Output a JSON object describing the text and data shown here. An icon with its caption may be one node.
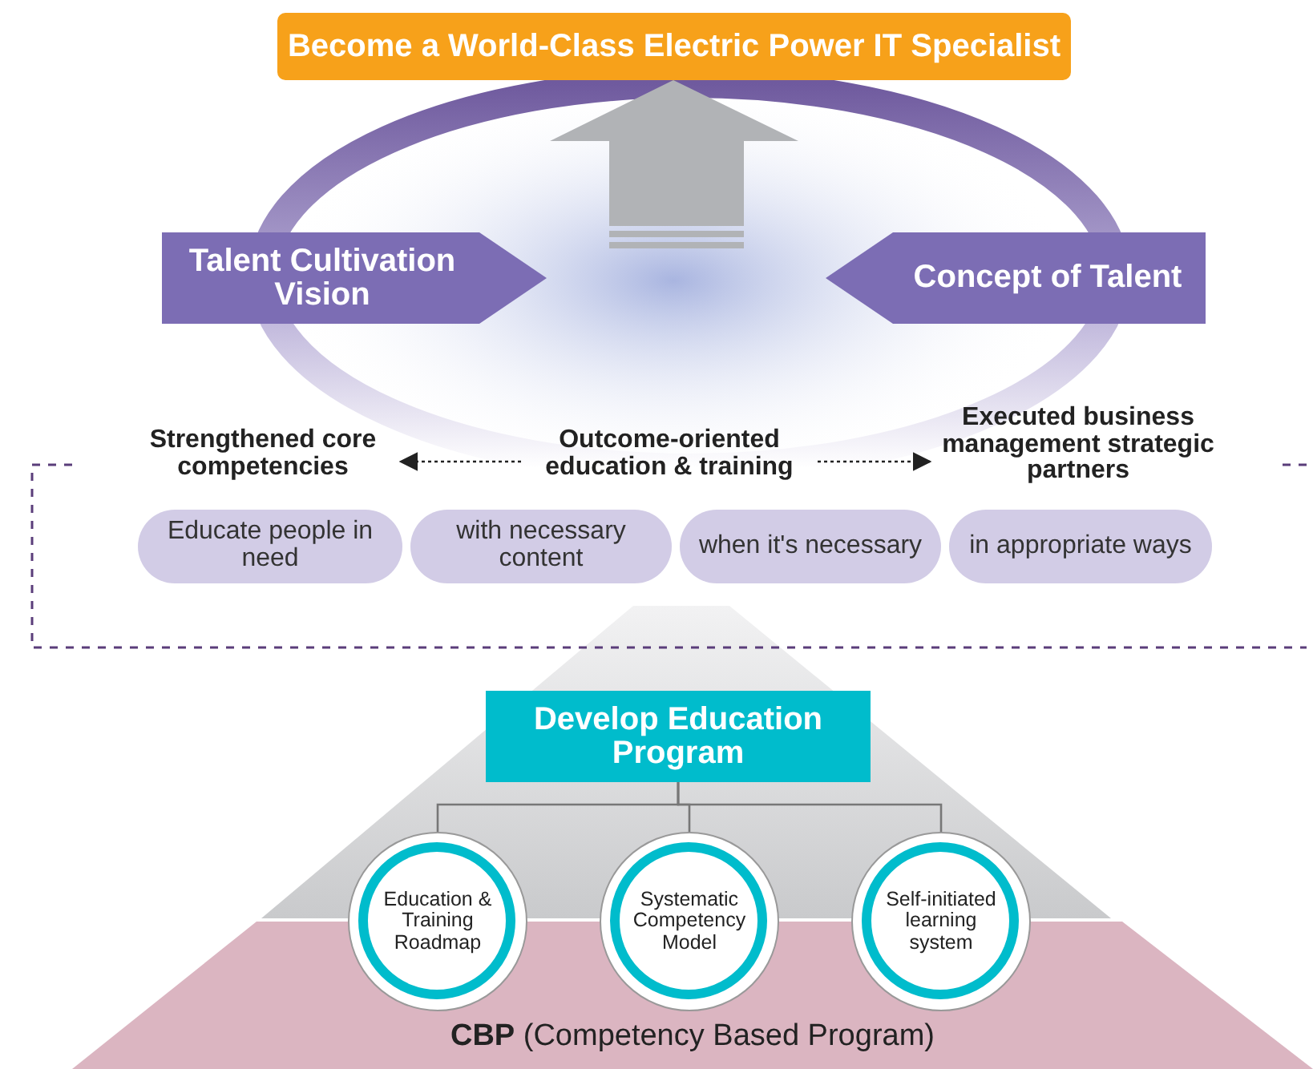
{
  "diagram": {
    "nodes": [
      {
        "text": [
          "Become a World-Class Electric Power IT Specialist"
        ]
      },
      {
        "text": [
          "Talent Cultivation Vision"
        ]
      },
      {
        "text": [
          "Concept of Talent"
        ]
      },
      {
        "text": [
          "Strengthened core competencies"
        ]
      },
      {
        "text": [
          "Outcome-oriented education & training"
        ]
      },
      {
        "text": [
          "Executed business management strategic partners"
        ]
      },
      {
        "text": [
          "Educate people in need"
        ]
      },
      {
        "text": [
          "with necessary content"
        ]
      },
      {
        "text": [
          "when it's necessary"
        ]
      },
      {
        "text": [
          "in appropriate ways"
        ]
      },
      {
        "text": [
          "Develop Education Program"
        ]
      },
      {
        "text": [
          "Education & Training Roadmap"
        ]
      },
      {
        "text": [
          "Systematic Competency Model"
        ]
      },
      {
        "text": [
          "Self-initiated learning system"
        ]
      },
      {
        "text": [
          "**CBP** (Competency Based Program)"
        ]
      }
    ],
    "edges": [
      {
        "from": null,
        "to": 0,
        "arrow": "to",
        "style": "thick",
        "color": "#b1b3b6"
      },
      {
        "from": 4,
        "to": 3,
        "arrow": "to",
        "style": "dashed"
      },
      {
        "from": 4,
        "to": 5,
        "arrow": "to",
        "style": "dashed"
      },
      {
        "from": 10,
        "to": 11,
        "arrow": "none"
      },
      {
        "from": 10,
        "to": 12,
        "arrow": "none"
      },
      {
        "from": 10,
        "to": 13,
        "arrow": "none"
      }
    ]
  }
}
